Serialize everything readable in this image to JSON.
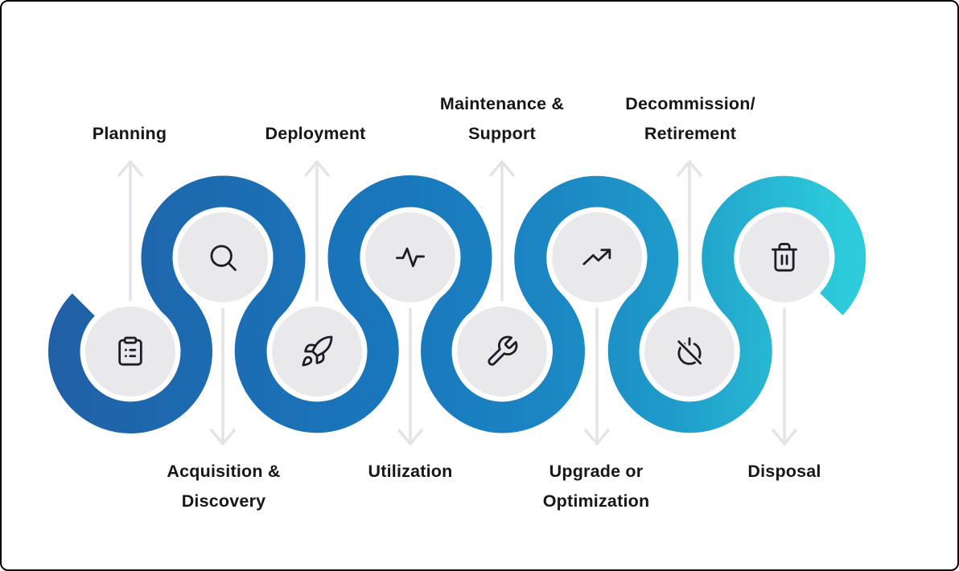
{
  "diagram": {
    "stages": [
      {
        "name": "Planning",
        "lines": [
          "Planning",
          ""
        ],
        "icon": "clipboard-checklist-icon",
        "node_row": "bottom",
        "label_side": "top"
      },
      {
        "name": "Acquisition & Discovery",
        "lines": [
          "Acquisition &",
          "Discovery"
        ],
        "icon": "search-icon",
        "node_row": "top",
        "label_side": "bottom"
      },
      {
        "name": "Deployment",
        "lines": [
          "Deployment",
          ""
        ],
        "icon": "rocket-icon",
        "node_row": "bottom",
        "label_side": "top"
      },
      {
        "name": "Utilization",
        "lines": [
          "Utilization",
          ""
        ],
        "icon": "activity-pulse-icon",
        "node_row": "top",
        "label_side": "bottom"
      },
      {
        "name": "Maintenance & Support",
        "lines": [
          "Maintenance &",
          "Support"
        ],
        "icon": "wrench-icon",
        "node_row": "bottom",
        "label_side": "top"
      },
      {
        "name": "Upgrade or Optimization",
        "lines": [
          "Upgrade or",
          "Optimization"
        ],
        "icon": "trending-up-icon",
        "node_row": "top",
        "label_side": "bottom"
      },
      {
        "name": "Decommission/Retirement",
        "lines": [
          "Decommission/",
          "Retirement"
        ],
        "icon": "power-off-icon",
        "node_row": "bottom",
        "label_side": "top"
      },
      {
        "name": "Disposal",
        "lines": [
          "Disposal",
          ""
        ],
        "icon": "trash-icon",
        "node_row": "top",
        "label_side": "bottom"
      }
    ],
    "colors": {
      "ribbon_gradient": [
        "#2060a6",
        "#1c6cb2",
        "#1978bd",
        "#1b85c2",
        "#1f9aca",
        "#27b5d2",
        "#2dcbdb"
      ],
      "node_circle_fill": "#e9e9eb",
      "node_ring": "#ffffff",
      "icon_stroke": "#1d1d26",
      "arrow_gray": "#e4e4e8",
      "label_text": "#171717",
      "background": "#ffffff",
      "frame_border": "#000000"
    }
  }
}
